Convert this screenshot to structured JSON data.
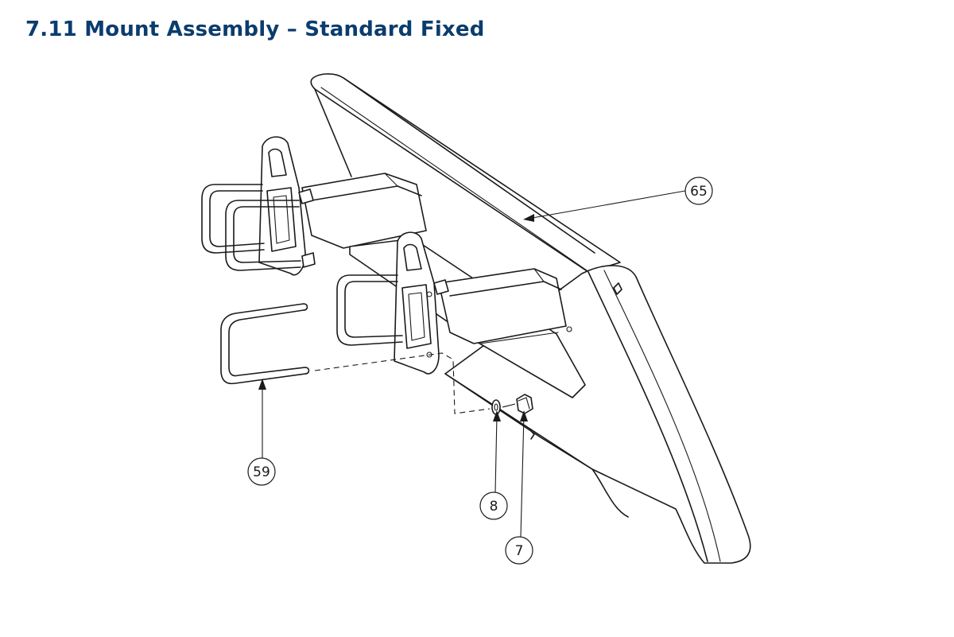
{
  "page": {
    "title": "7.11 Mount Assembly – Standard Fixed"
  },
  "diagram": {
    "callouts": [
      {
        "id": "c65",
        "label": "65"
      },
      {
        "id": "c59",
        "label": "59"
      },
      {
        "id": "c8",
        "label": "8"
      },
      {
        "id": "c7",
        "label": "7"
      }
    ]
  },
  "colors": {
    "title": "#0b3c6e",
    "line": "#1a1a1a"
  }
}
